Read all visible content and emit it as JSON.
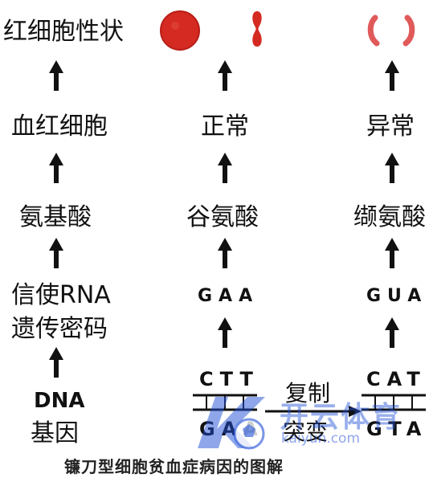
{
  "left": {
    "trait": "红细胞性状",
    "protein": "血红细胞",
    "amino": "氨基酸",
    "rna_line1": "信使RNA",
    "rna_line2": "遗传密码",
    "dna_line1": "DNA",
    "dna_line2": "基因"
  },
  "middle": {
    "trait": "正常",
    "amino": "谷氨酸",
    "codon": "GAA",
    "dna_top": "CTT",
    "dna_bottom": "GAA"
  },
  "right": {
    "trait": "异常",
    "amino": "缬氨酸",
    "codon": "GUA",
    "dna_top": "CAT",
    "dna_bottom": "GTA"
  },
  "process": {
    "replicate": "复制",
    "mutate": "突变"
  },
  "caption": "镰刀型细胞贫血症病因的图解",
  "watermark": {
    "brand": "开云体育",
    "url": "kaiyun.com"
  },
  "colors": {
    "cell": "#d42a22",
    "sickle": "#e05a5a",
    "watermark": "#1f4fd6"
  }
}
